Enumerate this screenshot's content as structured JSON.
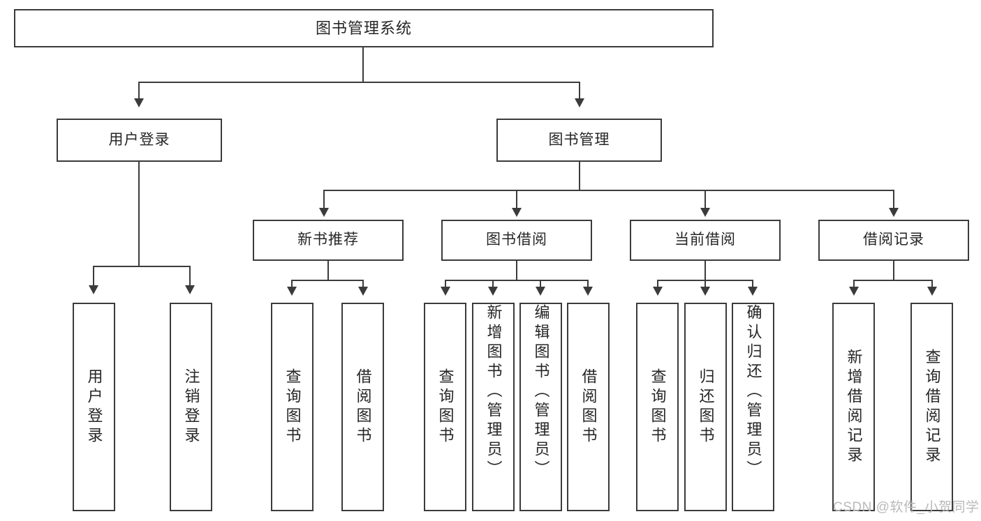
{
  "diagram": {
    "title": "图书管理系统",
    "type": "tree",
    "root": {
      "id": "root",
      "label": "图书管理系统"
    },
    "level1": [
      {
        "id": "user-login",
        "label": "用户登录"
      },
      {
        "id": "book-manage",
        "label": "图书管理"
      }
    ],
    "level2": [
      {
        "id": "new-book-rec",
        "label": "新书推荐",
        "parent": "book-manage"
      },
      {
        "id": "book-borrow",
        "label": "图书借阅",
        "parent": "book-manage"
      },
      {
        "id": "current-borrow",
        "label": "当前借阅",
        "parent": "book-manage"
      },
      {
        "id": "borrow-record",
        "label": "借阅记录",
        "parent": "book-manage"
      }
    ],
    "leaves": [
      {
        "id": "leaf-user-login",
        "label": "用户登录",
        "parent": "user-login"
      },
      {
        "id": "leaf-logout",
        "label": "注销登录",
        "parent": "user-login"
      },
      {
        "id": "leaf-query-book-1",
        "label": "查询图书",
        "parent": "new-book-rec"
      },
      {
        "id": "leaf-borrow-book-1",
        "label": "借阅图书",
        "parent": "new-book-rec"
      },
      {
        "id": "leaf-query-book-2",
        "label": "查询图书",
        "parent": "book-borrow"
      },
      {
        "id": "leaf-add-book",
        "label": "新增图书（管理员）",
        "parent": "book-borrow"
      },
      {
        "id": "leaf-edit-book",
        "label": "编辑图书（管理员）",
        "parent": "book-borrow"
      },
      {
        "id": "leaf-borrow-book-2",
        "label": "借阅图书",
        "parent": "book-borrow"
      },
      {
        "id": "leaf-query-book-3",
        "label": "查询图书",
        "parent": "current-borrow"
      },
      {
        "id": "leaf-return-book",
        "label": "归还图书",
        "parent": "current-borrow"
      },
      {
        "id": "leaf-confirm-return",
        "label": "确认归还（管理员）",
        "parent": "current-borrow"
      },
      {
        "id": "leaf-add-record",
        "label": "新增借阅记录",
        "parent": "borrow-record"
      },
      {
        "id": "leaf-query-record",
        "label": "查询借阅记录",
        "parent": "borrow-record"
      }
    ]
  },
  "watermark": {
    "text": "CSDN @软件_小贺同学"
  },
  "colors": {
    "stroke": "#3b3b3b",
    "text": "#262626",
    "background": "#ffffff",
    "watermark": "#b9b9b9"
  }
}
